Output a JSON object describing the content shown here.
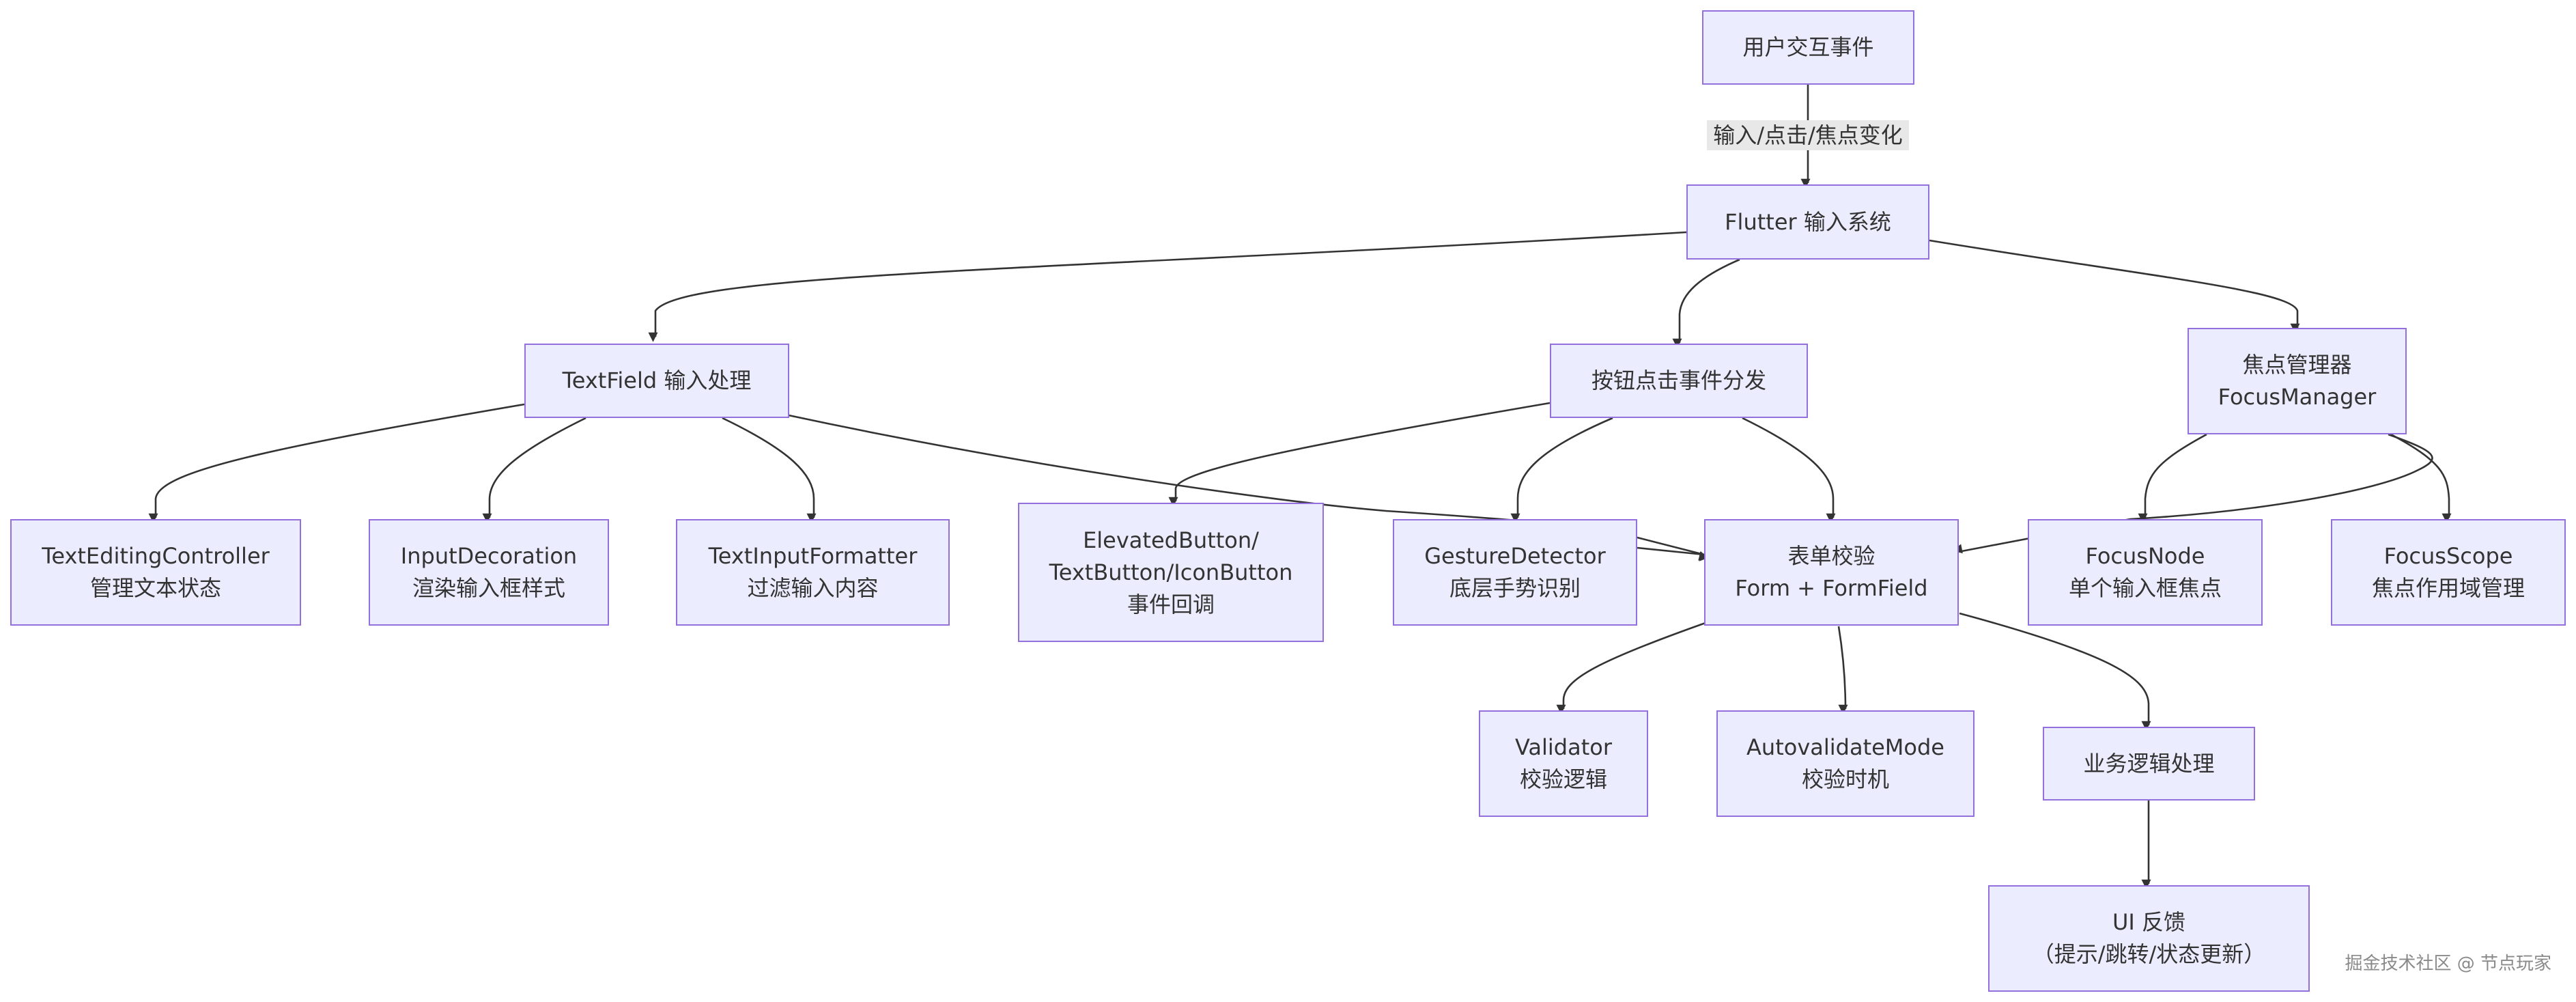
{
  "nodes": {
    "user_event": "用户交互事件",
    "flutter_input": "Flutter 输入系统",
    "textfield": "TextField 输入处理",
    "button_dispatch": "按钮点击事件分发",
    "focus_manager": [
      "焦点管理器",
      "FocusManager"
    ],
    "text_editing_controller": [
      "TextEditingController",
      "管理文本状态"
    ],
    "input_decoration": [
      "InputDecoration",
      "渲染输入框样式"
    ],
    "text_input_formatter": [
      "TextInputFormatter",
      "过滤输入内容"
    ],
    "buttons": [
      "ElevatedButton/",
      "TextButton/IconButton",
      "事件回调"
    ],
    "gesture_detector": [
      "GestureDetector",
      "底层手势识别"
    ],
    "form_validation": [
      "表单校验",
      "Form + FormField"
    ],
    "focus_node": [
      "FocusNode",
      "单个输入框焦点"
    ],
    "focus_scope": [
      "FocusScope",
      "焦点作用域管理"
    ],
    "validator": [
      "Validator",
      "校验逻辑"
    ],
    "autovalidate_mode": [
      "AutovalidateMode",
      "校验时机"
    ],
    "business_logic": "业务逻辑处理",
    "ui_feedback": [
      "UI 反馈",
      "（提示/跳转/状态更新）"
    ]
  },
  "edge_labels": {
    "user_to_flutter": "输入/点击/焦点变化"
  },
  "watermark": "掘金技术社区 @ 节点玩家",
  "colors": {
    "node_fill": "#ECECFF",
    "node_border": "#9370DB",
    "edge": "#333333",
    "label_bg": "#e8e8e8"
  }
}
